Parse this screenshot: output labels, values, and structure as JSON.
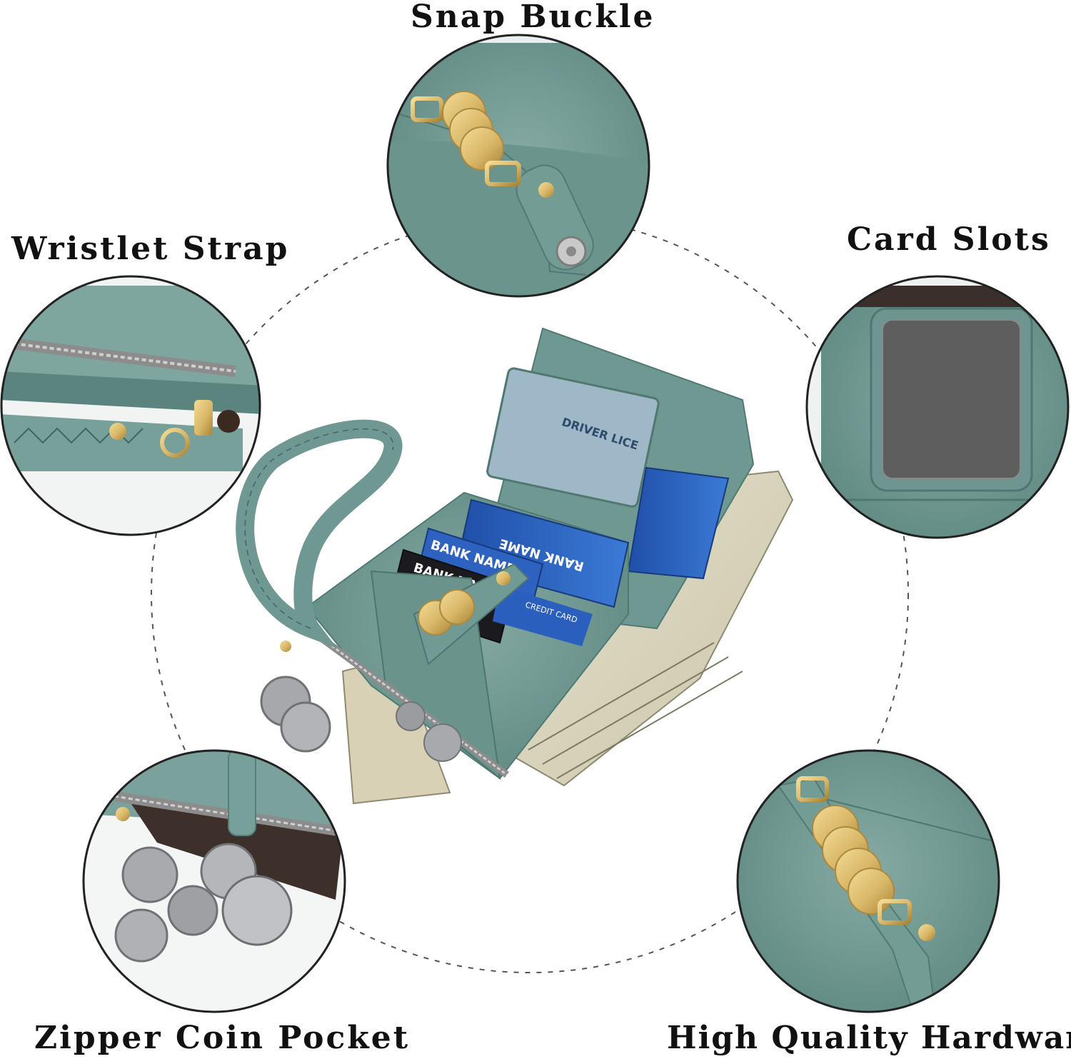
{
  "labels": {
    "snap_buckle": "Snap Buckle",
    "wristlet_strap": "Wristlet Strap",
    "card_slots": "Card Slots",
    "zipper_coin_pocket": "Zipper Coin Pocket",
    "high_quality_hardware": "High Quality Hardware"
  },
  "wallet": {
    "id_card_text": "DRIVER LICE",
    "card_text_1": "BANK NAME",
    "card_text_2": "BANK NA",
    "card_text_3": "RANK NAME",
    "credit_card_text": "CREDIT CARD"
  },
  "colors": {
    "leather": "#6f9892",
    "leather_dark": "#55807a",
    "gold": "#d9b768",
    "background": "#ffffff"
  }
}
